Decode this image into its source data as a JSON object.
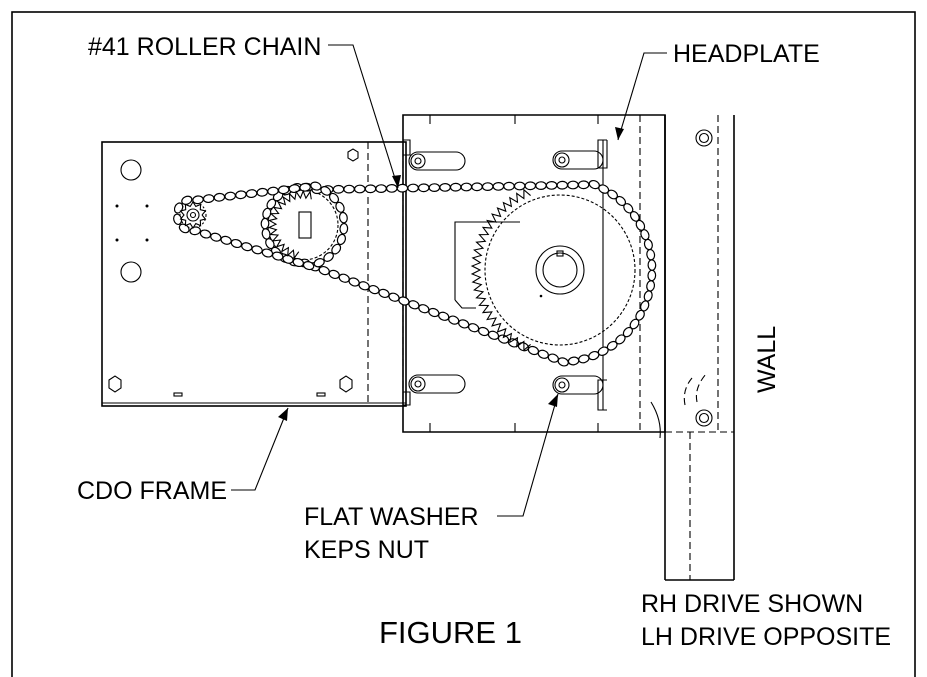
{
  "labels": {
    "roller_chain": "#41 ROLLER CHAIN",
    "headplate": "HEADPLATE",
    "wall": "WALL",
    "cdo_frame": "CDO FRAME",
    "flat_washer": "FLAT WASHER",
    "keps_nut": "KEPS NUT",
    "rh_drive": "RH DRIVE SHOWN",
    "lh_drive": "LH DRIVE OPPOSITE",
    "figure": "FIGURE 1"
  }
}
